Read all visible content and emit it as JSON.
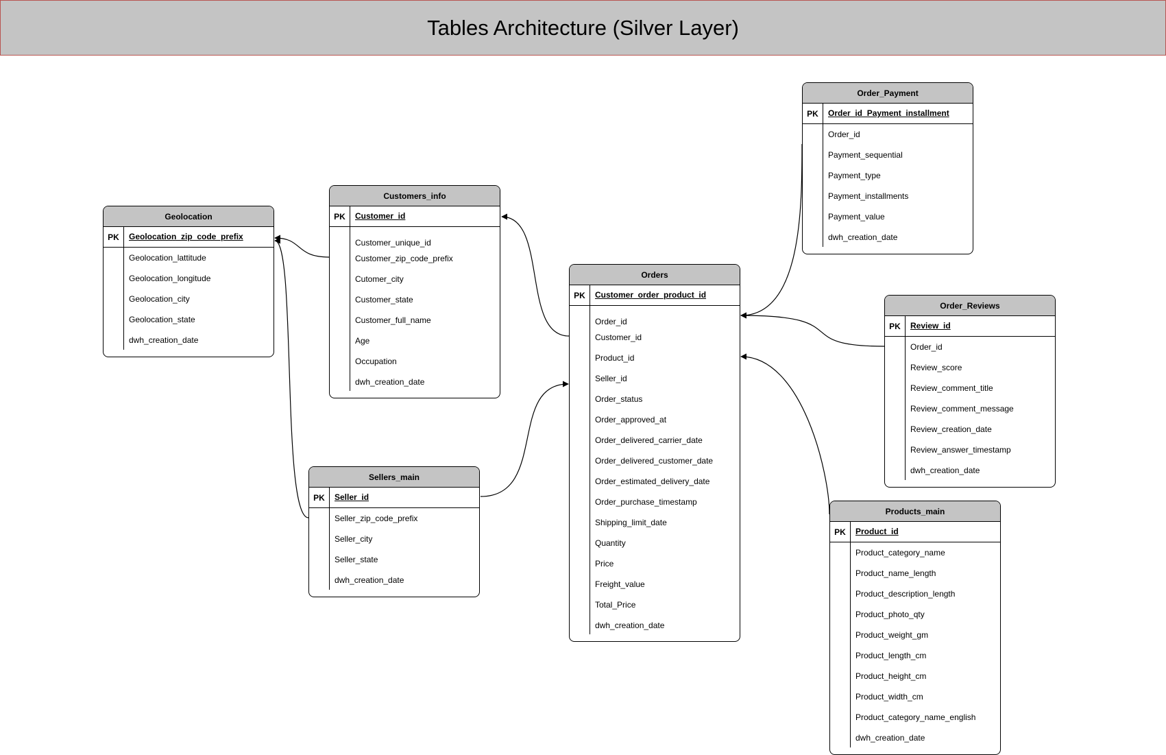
{
  "title": "Tables Architecture (Silver Layer)",
  "pk_label": "PK",
  "tables": {
    "geolocation": {
      "name": "Geolocation",
      "pk": "Geolocation_zip_code_prefix",
      "fields": [
        "Geolocation_lattitude",
        "Geolocation_longitude",
        "Geolocation_city",
        "Geolocation_state",
        "dwh_creation_date"
      ]
    },
    "customers_info": {
      "name": "Customers_info",
      "pk": "Customer_id",
      "fields": [
        "Customer_unique_id",
        "Customer_zip_code_prefix",
        "Cutomer_city",
        "Customer_state",
        "Customer_full_name",
        "Age",
        "Occupation",
        "dwh_creation_date"
      ]
    },
    "sellers_main": {
      "name": "Sellers_main",
      "pk": "Seller_id",
      "fields": [
        "Seller_zip_code_prefix",
        "Seller_city",
        "Seller_state",
        "dwh_creation_date"
      ]
    },
    "orders": {
      "name": "Orders",
      "pk": "Customer_order_product_id",
      "fields": [
        "Order_id",
        "Customer_id",
        "Product_id",
        "Seller_id",
        "Order_status",
        "Order_approved_at",
        "Order_delivered_carrier_date",
        "Order_delivered_customer_date",
        "Order_estimated_delivery_date",
        "Order_purchase_timestamp",
        "Shipping_limit_date",
        "Quantity",
        "Price",
        "Freight_value",
        "Total_Price",
        "dwh_creation_date"
      ]
    },
    "order_payment": {
      "name": "Order_Payment",
      "pk": "Order_id_Payment_installment",
      "fields": [
        "Order_id",
        "Payment_sequential",
        "Payment_type",
        "Payment_installments",
        "Payment_value",
        "dwh_creation_date"
      ]
    },
    "order_reviews": {
      "name": "Order_Reviews",
      "pk": "Review_id",
      "fields": [
        "Order_id",
        "Review_score",
        "Review_comment_title",
        "Review_comment_message",
        "Review_creation_date",
        "Review_answer_timestamp",
        "dwh_creation_date"
      ]
    },
    "products_main": {
      "name": "Products_main",
      "pk": "Product_id",
      "fields": [
        "Product_category_name",
        "Product_name_length",
        "Product_description_length",
        "Product_photo_qty",
        "Product_weight_gm",
        "Product_length_cm",
        "Product_height_cm",
        "Product_width_cm",
        "Product_category_name_english",
        "dwh_creation_date"
      ]
    }
  }
}
